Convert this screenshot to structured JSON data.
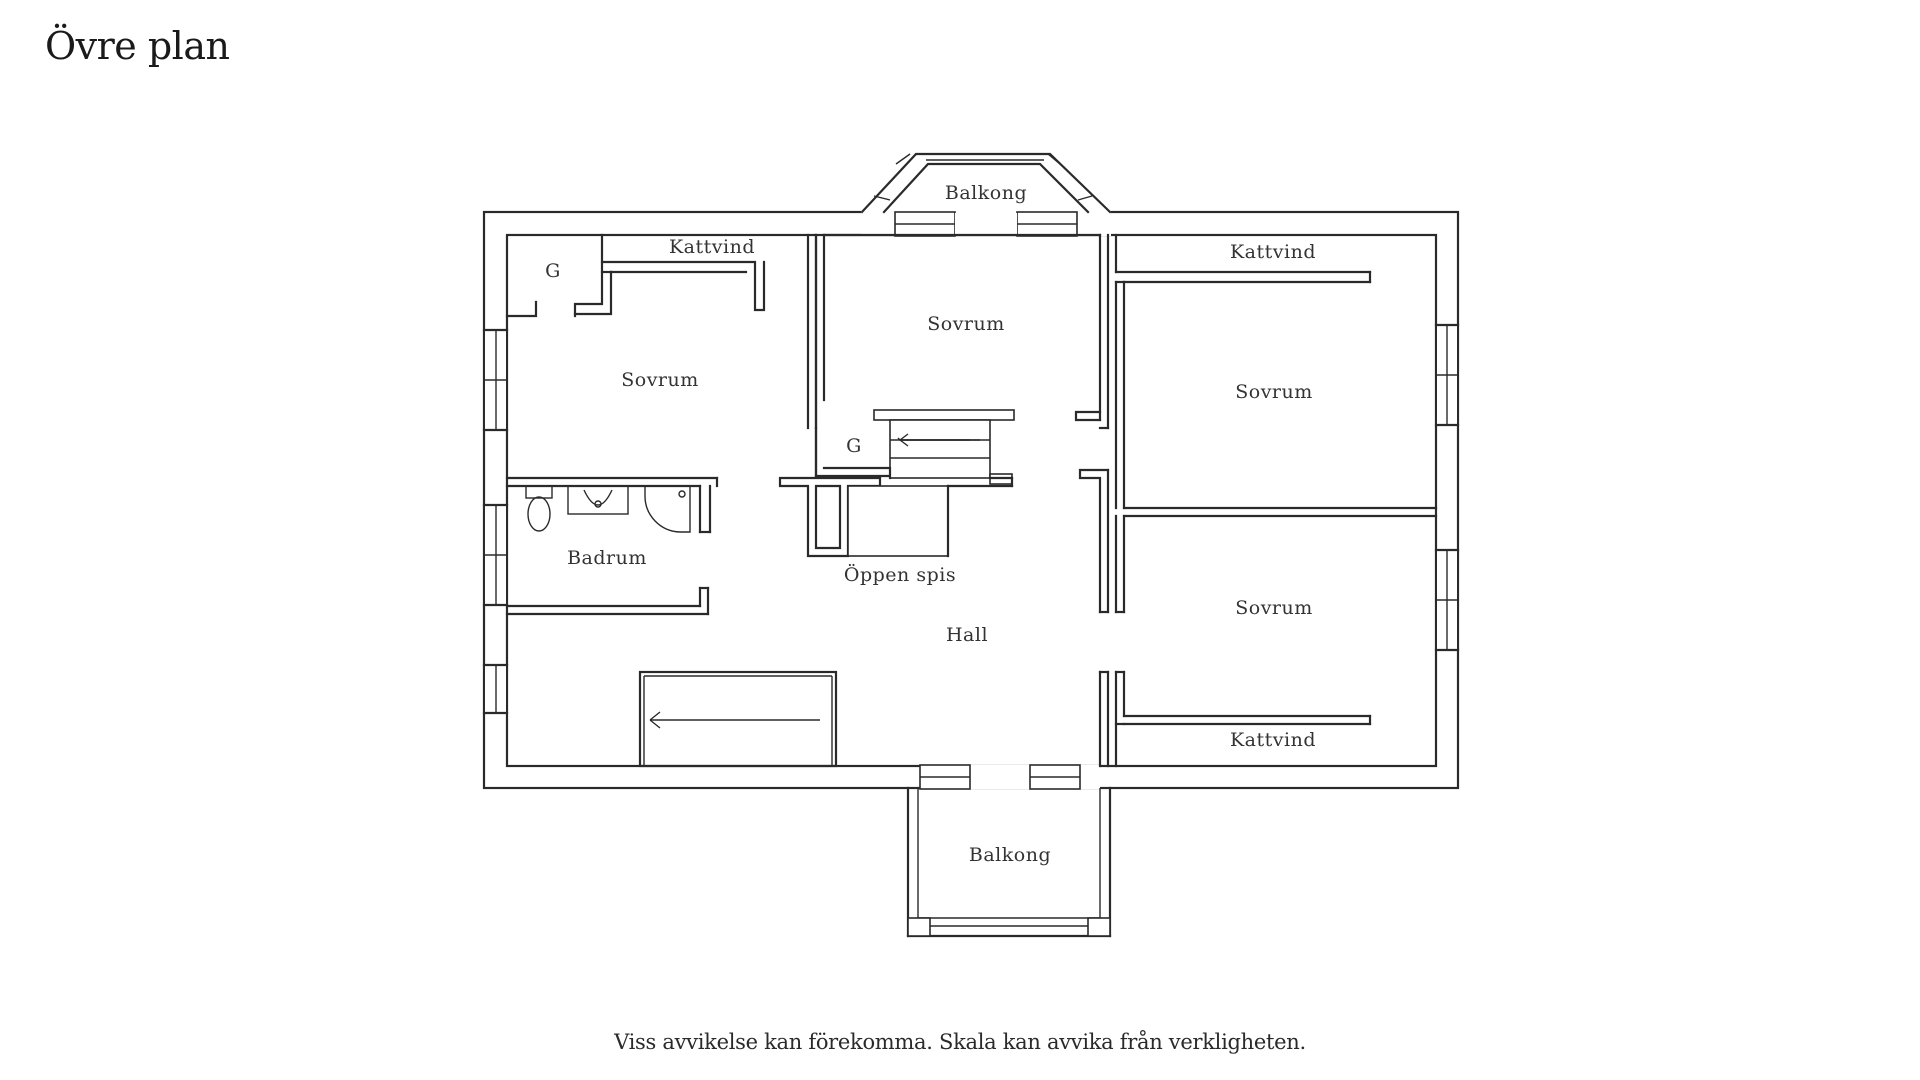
{
  "title": "Övre plan",
  "rooms": {
    "balkong_top": "Balkong",
    "kattvind_left": "Kattvind",
    "g_left": "G",
    "sovrum_left": "Sovrum",
    "sovrum_center": "Sovrum",
    "g_center": "G",
    "kattvind_right_top": "Kattvind",
    "sovrum_right_top": "Sovrum",
    "badrum": "Badrum",
    "oppen_spis": "Öppen spis",
    "hall": "Hall",
    "sovrum_right_bottom": "Sovrum",
    "kattvind_right_bottom": "Kattvind",
    "balkong_bottom": "Balkong"
  },
  "disclaimer": "Viss avvikelse kan förekomma. Skala kan avvika från verkligheten."
}
